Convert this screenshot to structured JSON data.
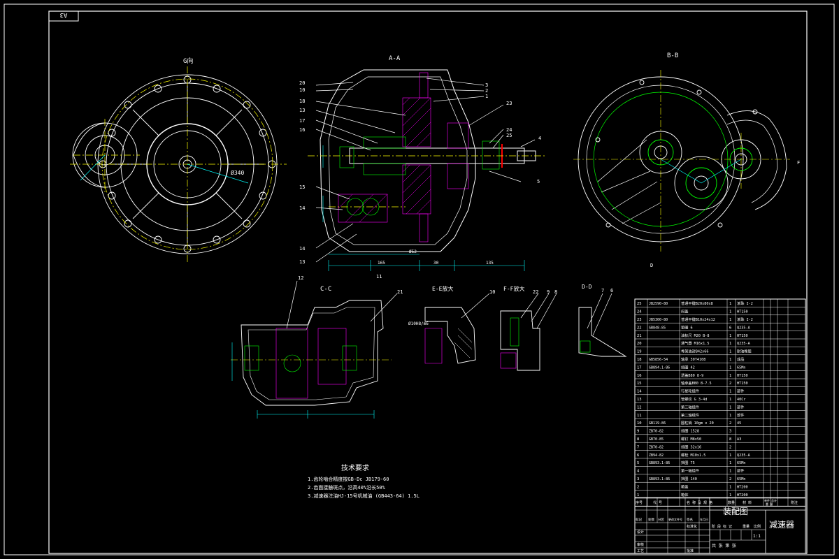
{
  "corner_code": "A3",
  "views": {
    "left_view_label": "G向",
    "section_a_label": "A-A",
    "section_b_label": "B-B",
    "section_c_label": "C-C",
    "section_e_label": "E-E放大",
    "section_f_label": "F-F放大",
    "section_d_label": "D-D"
  },
  "tech_requirements": {
    "heading": "技术要求",
    "items": [
      "1.齿轮啮合精度按GB-Dc   JB179-60",
      "2.齿面接触斑点，沿高40%沿长50%",
      "3.减速器注油HJ-15号机械油 (GB443-64) 1.5L"
    ]
  },
  "parts_list": {
    "rows": [
      {
        "no": "25",
        "code": "JB2590-80",
        "name": "普通平键B20x80x8",
        "qty": "1",
        "material": "滚珠 I-2"
      },
      {
        "no": "24",
        "code": "",
        "name": "闷盖",
        "qty": "1",
        "material": "HT150"
      },
      {
        "no": "23",
        "code": "JB5300-80",
        "name": "普通平键B10x24x12",
        "qty": "1",
        "material": "滚珠 I-2"
      },
      {
        "no": "22",
        "code": "GB848-85",
        "name": "垫圈 6",
        "qty": "6",
        "material": "Q235-A"
      },
      {
        "no": "21",
        "code": "",
        "name": "油标尺 M20 B-8",
        "qty": "1",
        "material": "HT150"
      },
      {
        "no": "20",
        "code": "",
        "name": "通气器 M16x1.5",
        "qty": "1",
        "material": "Q235-A"
      },
      {
        "no": "19",
        "code": "",
        "name": "骨架油封B42x66",
        "qty": "1",
        "material": "耐油橡胶"
      },
      {
        "no": "18",
        "code": "GB5856-54",
        "name": "轴承 30T4108",
        "qty": "1",
        "material": "成品"
      },
      {
        "no": "17",
        "code": "GB894.1-86",
        "name": "挡圈 42",
        "qty": "1",
        "material": "65Mn"
      },
      {
        "no": "16",
        "code": "",
        "name": "透盖B80 8-9",
        "qty": "1",
        "material": "HT150"
      },
      {
        "no": "15",
        "code": "",
        "name": "轴承盖B80 8-7.5",
        "qty": "2",
        "material": "HT150"
      },
      {
        "no": "14",
        "code": "",
        "name": "行星轮组件",
        "qty": "1",
        "material": "部件"
      },
      {
        "no": "13",
        "code": "",
        "name": "管螺纹 G 3-4d",
        "qty": "1",
        "material": "40Cr"
      },
      {
        "no": "12",
        "code": "",
        "name": "第三轴组件",
        "qty": "1",
        "material": "部件"
      },
      {
        "no": "11",
        "code": "",
        "name": "第二轴组件",
        "qty": "1",
        "material": "部件"
      },
      {
        "no": "10",
        "code": "GB119-86",
        "name": "圆柱销 10gm x 20",
        "qty": "2",
        "material": "45"
      },
      {
        "no": "9",
        "code": "ZB70-82",
        "name": "挡圈 1528",
        "qty": "3",
        "material": ""
      },
      {
        "no": "8",
        "code": "GB70-85",
        "name": "螺钉 M8x50",
        "qty": "8",
        "material": "A3"
      },
      {
        "no": "7",
        "code": "ZB70-82",
        "name": "挡圈 32x16",
        "qty": "2",
        "material": ""
      },
      {
        "no": "6",
        "code": "ZB94-82",
        "name": "螺栓 M10x1.5",
        "qty": "1",
        "material": "Q235-A"
      },
      {
        "no": "5",
        "code": "GB893.1-86",
        "name": "挡圈 75",
        "qty": "1",
        "material": "65Mn"
      },
      {
        "no": "4",
        "code": "",
        "name": "第一轴组件",
        "qty": "1",
        "material": "部件"
      },
      {
        "no": "3",
        "code": "GB893.1-86",
        "name": "挡圈 140",
        "qty": "2",
        "material": "65Mn"
      },
      {
        "no": "2",
        "code": "",
        "name": "箱盖",
        "qty": "1",
        "material": "HT200"
      },
      {
        "no": "1",
        "code": "",
        "name": "箱体",
        "qty": "1",
        "material": "HT200"
      }
    ],
    "header": {
      "no": "序号",
      "code": "代 号",
      "name": "名 称 及 规 格",
      "qty": "数量",
      "material": "材 料",
      "single": "单件",
      "total": "总计",
      "weight": "重 量",
      "remark": "附注"
    }
  },
  "title_block": {
    "drawing_title": "装配图",
    "product_name": "减速器",
    "scale": "1:1",
    "sheet_info": "共  张  第  张",
    "rev_headers": [
      "标记",
      "处数",
      "分区",
      "更改文件号",
      "签名",
      "年月日"
    ],
    "roles": [
      "设计",
      "审核",
      "工艺"
    ],
    "roles_right": [
      "标准化",
      "批准"
    ],
    "stage_headers": [
      "阶 段 标 记",
      "重量",
      "比例"
    ]
  }
}
